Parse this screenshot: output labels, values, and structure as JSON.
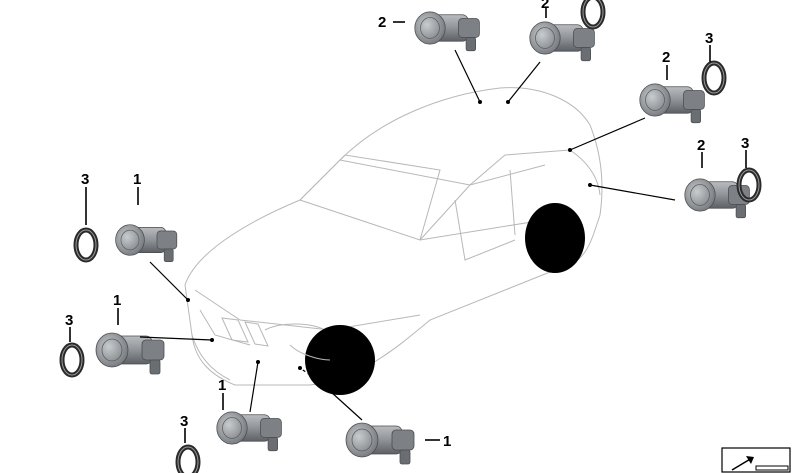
{
  "diagram": {
    "callouts": [
      {
        "id": "c2a",
        "label": "2"
      },
      {
        "id": "c2b",
        "label": "2"
      },
      {
        "id": "c3a",
        "label": "3"
      },
      {
        "id": "c2c",
        "label": "2"
      },
      {
        "id": "c3b",
        "label": "3"
      },
      {
        "id": "c2d",
        "label": "2"
      },
      {
        "id": "c3c",
        "label": "3"
      },
      {
        "id": "c1a",
        "label": "1"
      },
      {
        "id": "c1b",
        "label": "1"
      },
      {
        "id": "c3d",
        "label": "3"
      },
      {
        "id": "c1c",
        "label": "1"
      },
      {
        "id": "c3e",
        "label": "3"
      },
      {
        "id": "c1d",
        "label": "1"
      }
    ],
    "colors": {
      "sensor_body": "#8f9397",
      "sensor_dark": "#5c6064",
      "ring_dark": "#2a2a2a",
      "ring_light": "#9a9a9a",
      "car_outline": "#b8b8b8"
    },
    "icons": [
      "parking-sensor-icon",
      "sealing-ring-icon",
      "vehicle-outline-icon",
      "navigation-arrow-icon"
    ]
  }
}
